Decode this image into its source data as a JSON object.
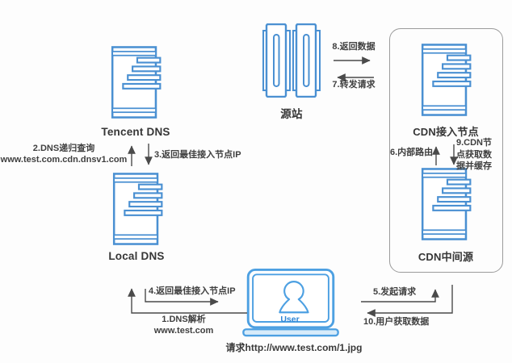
{
  "meta": {
    "type": "architecture-flow-diagram",
    "background": "#ffffff"
  },
  "colors": {
    "server_blue": "#4a90d2",
    "laptop_blue": "#4da0e2",
    "user_text_blue": "#2f86d6",
    "arrow_gray": "#4a4a4a",
    "label_gray": "#3a3a3a",
    "container_border_gray": "#9b9b9b"
  },
  "nodes": {
    "tencent_dns": {
      "label": "Tencent DNS"
    },
    "local_dns": {
      "label": "Local DNS"
    },
    "origin": {
      "label": "源站"
    },
    "cdn_access": {
      "label": "CDN接入节点"
    },
    "cdn_mid": {
      "label": "CDN中间源"
    },
    "user": {
      "label": "User",
      "request_url": "请求http://www.test.com/1.jpg"
    }
  },
  "steps": {
    "s1": "1.DNS解析\nwww.test.com",
    "s2": "2.DNS递归查询\nwww.test.com.cdn.dnsv1.com",
    "s3": "3.返回最佳接入节点IP",
    "s4": "4.返回最佳接入节点IP",
    "s5": "5.发起请求",
    "s6": "6.内部路由",
    "s7": "7.转发请求",
    "s8": "8.返回数据",
    "s9": "9.CDN节\n点获取数\n据并缓存",
    "s10": "10.用户获取数据"
  }
}
